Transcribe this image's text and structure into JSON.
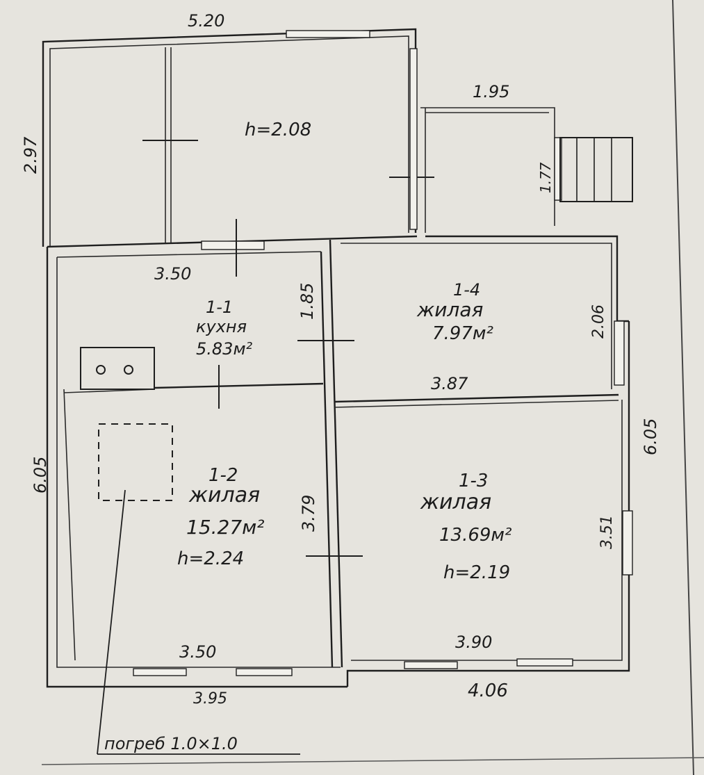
{
  "dimensions": {
    "top_width": "5.20",
    "left_upper": "2.97",
    "porch_width": "1.95",
    "porch_depth": "1.77",
    "kitchen_width": "3.50",
    "kitchen_depth": "1.85",
    "room_14_depth": "2.06",
    "room_14_width": "3.87",
    "right_total": "6.05",
    "left_total": "6.05",
    "room_12_depth": "3.79",
    "room_13_depth": "3.51",
    "room_12_width": "3.50",
    "room_13_width": "3.90",
    "bottom_left": "3.95",
    "bottom_right": "4.06"
  },
  "rooms": {
    "annex": {
      "height": "h=2.08"
    },
    "kitchen": {
      "number": "1-1",
      "name": "кухня",
      "area": "5.83м²"
    },
    "room_12": {
      "number": "1-2",
      "name": "жилая",
      "area": "15.27м²",
      "height": "h=2.24"
    },
    "room_13": {
      "number": "1-3",
      "name": "жилая",
      "area": "13.69м²",
      "height": "h=2.19"
    },
    "room_14": {
      "number": "1-4",
      "name": "жилая",
      "area": "7.97м²"
    }
  },
  "cellar_label": "погреб 1.0×1.0",
  "colors": {
    "paper": "#e6e4de",
    "ink": "#1e1e1e"
  }
}
